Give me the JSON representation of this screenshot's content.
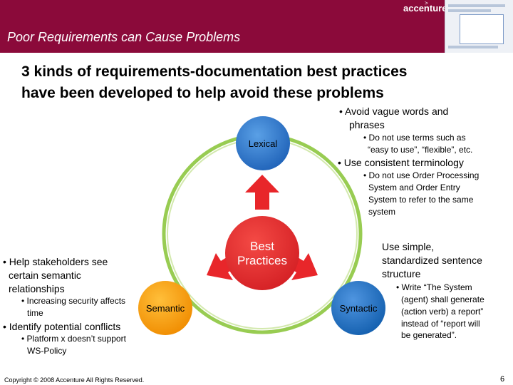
{
  "header": {
    "title": "Poor Requirements can Cause Problems",
    "logo": "accenture"
  },
  "subtitle": {
    "line1": "3 kinds of requirements-documentation best practices",
    "line2": "have been developed to help avoid these problems"
  },
  "diagram": {
    "center_label_line1": "Best",
    "center_label_line2": "Practices",
    "lexical_label": "Lexical",
    "semantic_label": "Semantic",
    "syntactic_label": "Syntactic",
    "colors": {
      "header": "#8b0a3a",
      "lexical": "#2e75c9",
      "semantic": "#f5a00a",
      "syntactic": "#1c73c4",
      "center": "#e8262a",
      "ring": "#8dc63f"
    }
  },
  "lexical_notes": {
    "bullet1_line1": "•    Avoid vague words and",
    "bullet1_line2": "phrases",
    "sub1_line1": "• Do not use terms such as",
    "sub1_line2": "“easy to use”, “flexible”, etc.",
    "bullet2": "• Use consistent terminology",
    "sub2_line1": "• Do not use Order Processing",
    "sub2_line2": "System and Order Entry",
    "sub2_line3": "System to refer to the same",
    "sub2_line4": "system"
  },
  "syntactic_notes": {
    "bullet_line1": "Use simple,",
    "bullet_line2": "standardized sentence",
    "bullet_line3": "structure",
    "sub_line1": "• Write “The System",
    "sub_line2": "(agent) shall generate",
    "sub_line3": "(action verb) a report”",
    "sub_line4": "instead of “report will",
    "sub_line5": "be generated”."
  },
  "semantic_notes": {
    "bullet1_line1": "• Help stakeholders see",
    "bullet1_line2": "certain semantic",
    "bullet1_line3": "relationships",
    "sub1_line1": "• Increasing security affects",
    "sub1_line2": "time",
    "bullet2": "• Identify potential conflicts",
    "sub2_line1": "• Platform x doesn’t support",
    "sub2_line2": "WS-Policy"
  },
  "footer": {
    "copyright": "Copyright © 2008 Accenture All Rights Reserved.",
    "page": "6"
  }
}
